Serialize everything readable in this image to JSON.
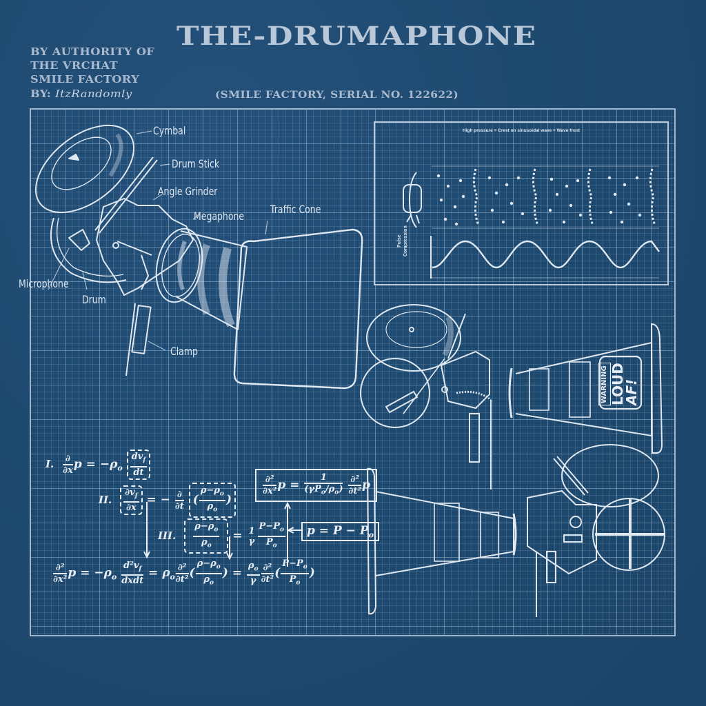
{
  "header": {
    "title": "THE-DRUMAPHONE",
    "authority_lines": [
      "BY AUTHORITY OF",
      "THE VRCHAT",
      "SMILE FACTORY"
    ],
    "byline_prefix": "BY:",
    "signature": "ItzRandomly",
    "subtitle": "(SMILE FACTORY, SERIAL NO. 122622)"
  },
  "parts_labels": {
    "cymbal": "Cymbal",
    "drum_stick": "Drum Stick",
    "angle_grinder": "Angle Grinder",
    "megaphone": "Megaphone",
    "traffic_cone": "Traffic Cone",
    "microphone": "Microphone",
    "drum": "Drum",
    "clamp": "Clamp"
  },
  "wave_panel": {
    "caption": "High pressure = Crest on sinusoidal wave = Wave front",
    "axis_label_line1": "Pulse",
    "axis_label_line2": "Compression"
  },
  "cone_sign": {
    "line1": "WARNING",
    "line2": "LOUD",
    "line3": "AF!"
  },
  "equations": {
    "eq1_label": "I.",
    "eq2_label": "II.",
    "eq3_label": "III.",
    "wave_equation": "∂²p/∂x² = 1/(γP₀/ρ₀) · ∂²p/∂t²",
    "pressure_def": "p = P − P₀",
    "derived": "∂²p/∂x² = −ρ₀ d²v_f/dxdt = ρ₀ ∂²/∂t²((ρ−ρ₀)/ρ₀) = ρ₀/γ ∂²/∂t²((P−P₀)/P₀)"
  },
  "colors": {
    "background": "#1f4a70",
    "line": "#dfe8f1",
    "grid": "#a0bedc",
    "title": "#b9c8d8"
  }
}
